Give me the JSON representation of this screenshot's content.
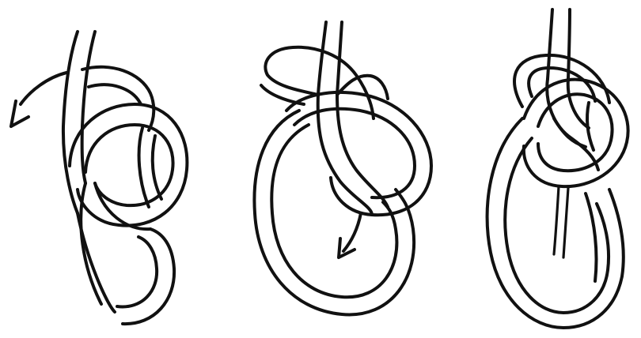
{
  "figure": {
    "kind": "knot-tying-steps",
    "step_count": 3,
    "ink_color": "#111111",
    "background_color": "#ffffff",
    "steps": [
      {
        "icon": "rope-loop-step-1-icon",
        "has_arrow": true,
        "arrow_direction": "left"
      },
      {
        "icon": "rope-loop-step-2-icon",
        "has_arrow": true,
        "arrow_direction": "down-left"
      },
      {
        "icon": "rope-knot-finished-icon",
        "has_arrow": false
      }
    ]
  }
}
